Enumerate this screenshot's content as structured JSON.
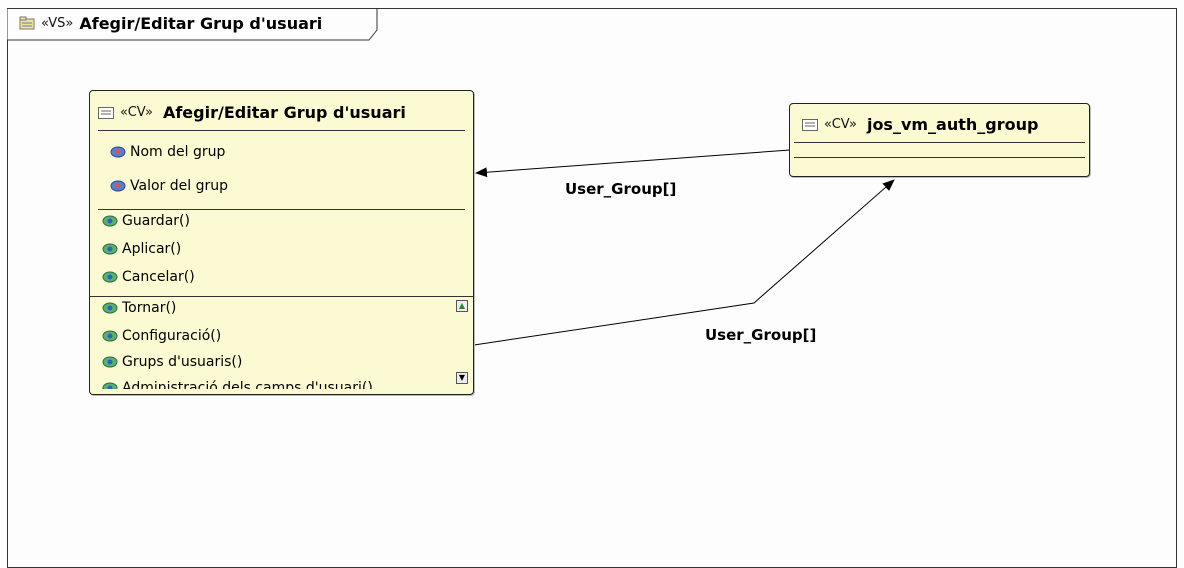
{
  "frame": {
    "stereotype": "«VS»",
    "title": "Afegir/Editar Grup d'usuari",
    "icon": "package-icon"
  },
  "class_main": {
    "stereotype": "«CV»",
    "title": "Afegir/Editar Grup d'usuari",
    "icon": "class-icon",
    "attributes": [
      "Nom del grup",
      "Valor del grup"
    ],
    "operations_top": [
      "Guardar()",
      "Aplicar()",
      "Cancelar()"
    ],
    "operations_list": [
      "Tornar()",
      "Configuració()",
      "Grups d'usuaris()",
      "Administració dels camps d'usuari()"
    ]
  },
  "class_group": {
    "stereotype": "«CV»",
    "title": "jos_vm_auth_group",
    "icon": "class-icon"
  },
  "associations": [
    {
      "label": "User_Group[]"
    },
    {
      "label": "User_Group[]"
    }
  ],
  "colors": {
    "class_fill": "#fcfad2",
    "border": "#222222",
    "background": "#fdfdfd"
  }
}
